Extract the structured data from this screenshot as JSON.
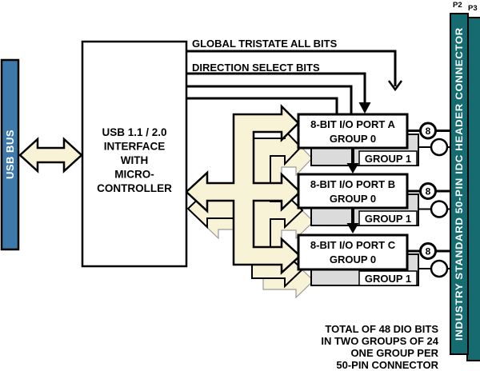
{
  "usb_bus_label": "USB BUS",
  "controller_lines": [
    "USB 1.1 / 2.0",
    "INTERFACE",
    "WITH",
    "MICRO-",
    "CONTROLLER"
  ],
  "signal_labels": {
    "global_tristate": "GLOBAL TRISTATE ALL BITS",
    "direction_select": "DIRECTION SELECT BITS"
  },
  "ports": [
    {
      "name": "8-BIT I/O PORT A",
      "group0": "GROUP 0",
      "group1": "GROUP 1",
      "bus_width": "8"
    },
    {
      "name": "8-BIT I/O PORT B",
      "group0": "GROUP 0",
      "group1": "GROUP 1",
      "bus_width": "8"
    },
    {
      "name": "8-BIT I/O PORT C",
      "group0": "GROUP 0",
      "group1": "GROUP 1",
      "bus_width": "8"
    }
  ],
  "connectors": {
    "p2": "P2",
    "p3": "P3",
    "idc_label": "INDUSTRY STANDARD 50-PIN IDC HEADER CONNECTOR"
  },
  "note_lines": [
    "TOTAL OF 48 DIO BITS",
    "IN TWO GROUPS OF 24",
    "ONE GROUP PER",
    "50-PIN CONNECTOR"
  ],
  "colors": {
    "cream": "#F8F3D6",
    "teal": "#156B70",
    "usb_blue": "#3E79AB",
    "group_gray": "#DBDBDB",
    "shadow_stroke": "#9A9A9A"
  }
}
